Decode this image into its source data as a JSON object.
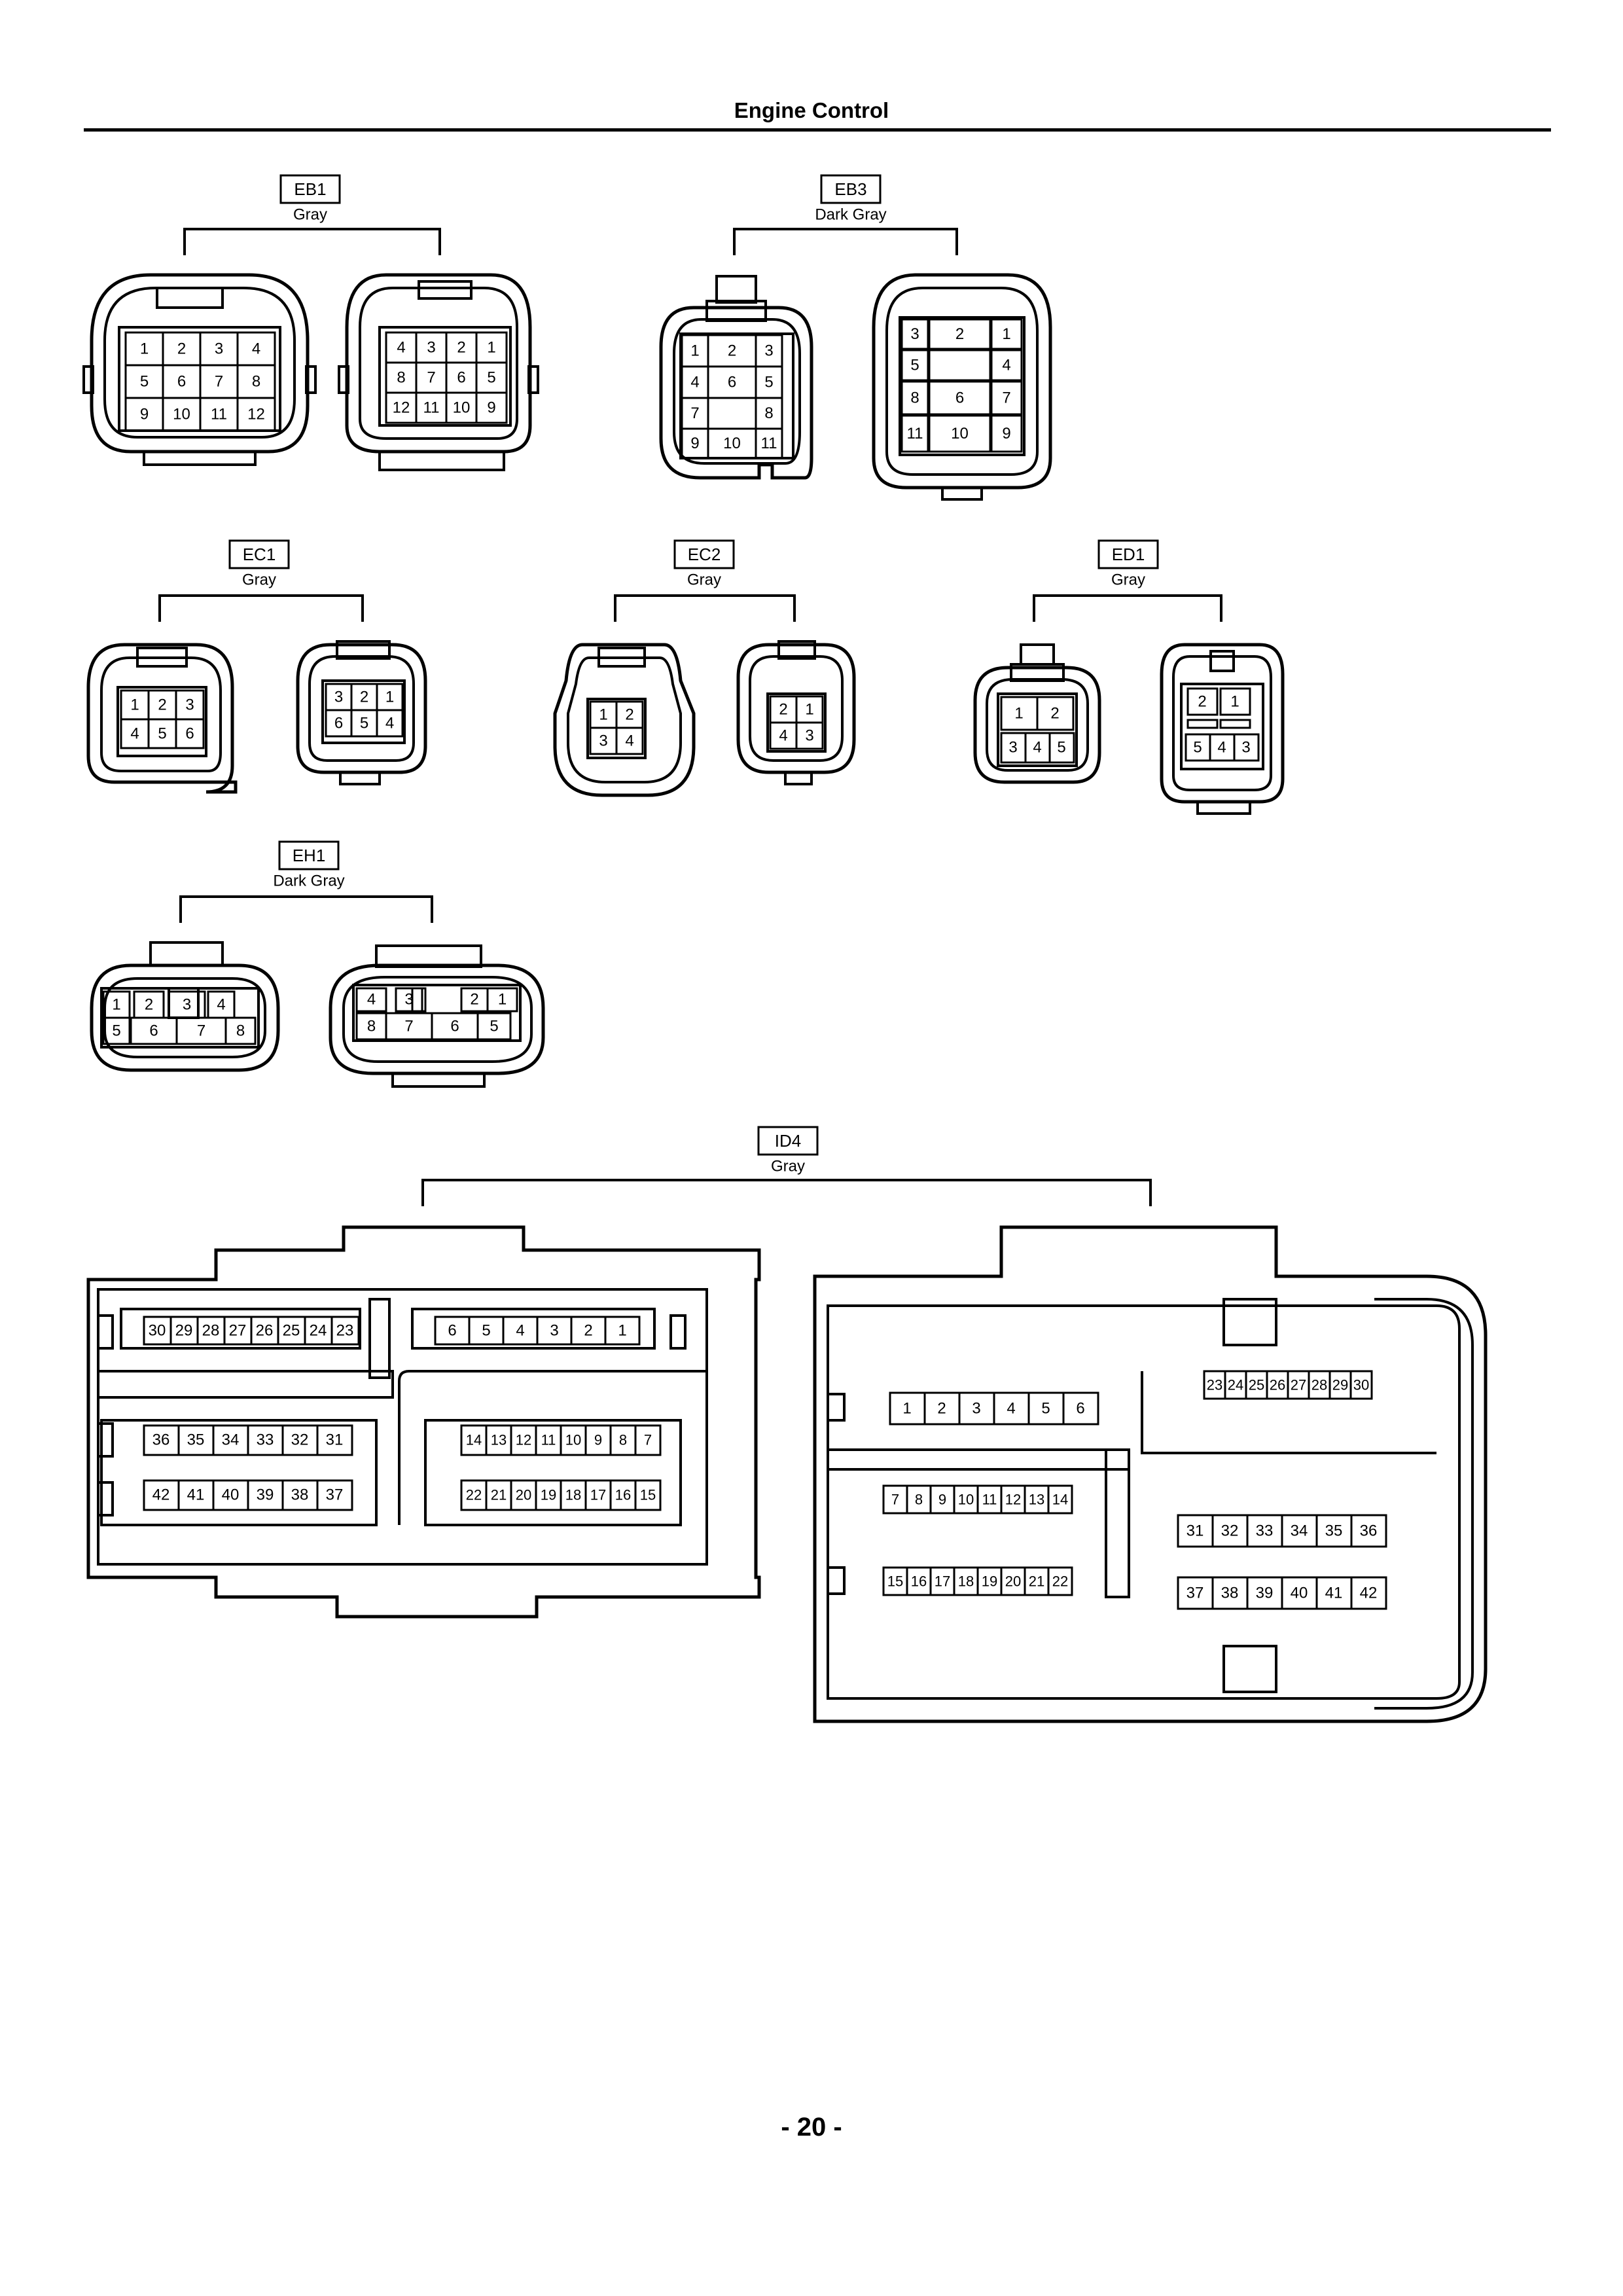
{
  "header": {
    "title": "Engine Control"
  },
  "footer": {
    "page_number": "- 20 -"
  },
  "connectors": [
    {
      "code": "EB1",
      "color": "Gray",
      "views": [
        {
          "rows": [
            [
              "1",
              "2",
              "3",
              "4"
            ],
            [
              "5",
              "6",
              "7",
              "8"
            ],
            [
              "9",
              "10",
              "11",
              "12"
            ]
          ]
        },
        {
          "rows": [
            [
              "4",
              "3",
              "2",
              "1"
            ],
            [
              "8",
              "7",
              "6",
              "5"
            ],
            [
              "12",
              "11",
              "10",
              "9"
            ]
          ]
        }
      ]
    },
    {
      "code": "EB3",
      "color": "Dark Gray",
      "views": [
        {
          "rows": [
            [
              "1",
              "2",
              "3"
            ],
            [
              "4",
              "6",
              "5"
            ],
            [
              "7",
              "",
              "8"
            ],
            [
              "9",
              "10",
              "11"
            ]
          ]
        },
        {
          "rows": [
            [
              "3",
              "2",
              "1"
            ],
            [
              "5",
              "",
              "4"
            ],
            [
              "8",
              "6",
              "7"
            ],
            [
              "11",
              "10",
              "9"
            ]
          ]
        }
      ]
    },
    {
      "code": "EC1",
      "color": "Gray",
      "views": [
        {
          "rows": [
            [
              "1",
              "2",
              "3"
            ],
            [
              "4",
              "5",
              "6"
            ]
          ]
        },
        {
          "rows": [
            [
              "3",
              "2",
              "1"
            ],
            [
              "6",
              "5",
              "4"
            ]
          ]
        }
      ]
    },
    {
      "code": "EC2",
      "color": "Gray",
      "views": [
        {
          "rows": [
            [
              "1",
              "2"
            ],
            [
              "3",
              "4"
            ]
          ]
        },
        {
          "rows": [
            [
              "2",
              "1"
            ],
            [
              "4",
              "3"
            ]
          ]
        }
      ]
    },
    {
      "code": "ED1",
      "color": "Gray",
      "views": [
        {
          "rows": [
            [
              "1",
              "2"
            ],
            [
              "3",
              "4",
              "5"
            ]
          ]
        },
        {
          "rows": [
            [
              "2",
              "1"
            ],
            [
              "5",
              "4",
              "3"
            ]
          ]
        }
      ]
    },
    {
      "code": "EH1",
      "color": "Dark Gray",
      "views": [
        {
          "rows": [
            [
              "1",
              "2",
              "3",
              "4"
            ],
            [
              "5",
              "6",
              "7",
              "8"
            ]
          ]
        },
        {
          "rows": [
            [
              "4",
              "3",
              "2",
              "1"
            ],
            [
              "8",
              "7",
              "6",
              "5"
            ]
          ]
        }
      ]
    },
    {
      "code": "ID4",
      "color": "Gray",
      "views": [
        {
          "rows": [
            [
              "30",
              "29",
              "28",
              "27",
              "26",
              "25",
              "24",
              "23"
            ],
            [
              "6",
              "5",
              "4",
              "3",
              "2",
              "1"
            ],
            [
              "36",
              "35",
              "34",
              "33",
              "32",
              "31"
            ],
            [
              "14",
              "13",
              "12",
              "11",
              "10",
              "9",
              "8",
              "7"
            ],
            [
              "42",
              "41",
              "40",
              "39",
              "38",
              "37"
            ],
            [
              "22",
              "21",
              "20",
              "19",
              "18",
              "17",
              "16",
              "15"
            ]
          ]
        },
        {
          "rows": [
            [
              "23",
              "24",
              "25",
              "26",
              "27",
              "28",
              "29",
              "30"
            ],
            [
              "1",
              "2",
              "3",
              "4",
              "5",
              "6"
            ],
            [
              "7",
              "8",
              "9",
              "10",
              "11",
              "12",
              "13",
              "14"
            ],
            [
              "31",
              "32",
              "33",
              "34",
              "35",
              "36"
            ],
            [
              "15",
              "16",
              "17",
              "18",
              "19",
              "20",
              "21",
              "22"
            ],
            [
              "37",
              "38",
              "39",
              "40",
              "41",
              "42"
            ]
          ]
        }
      ]
    }
  ]
}
